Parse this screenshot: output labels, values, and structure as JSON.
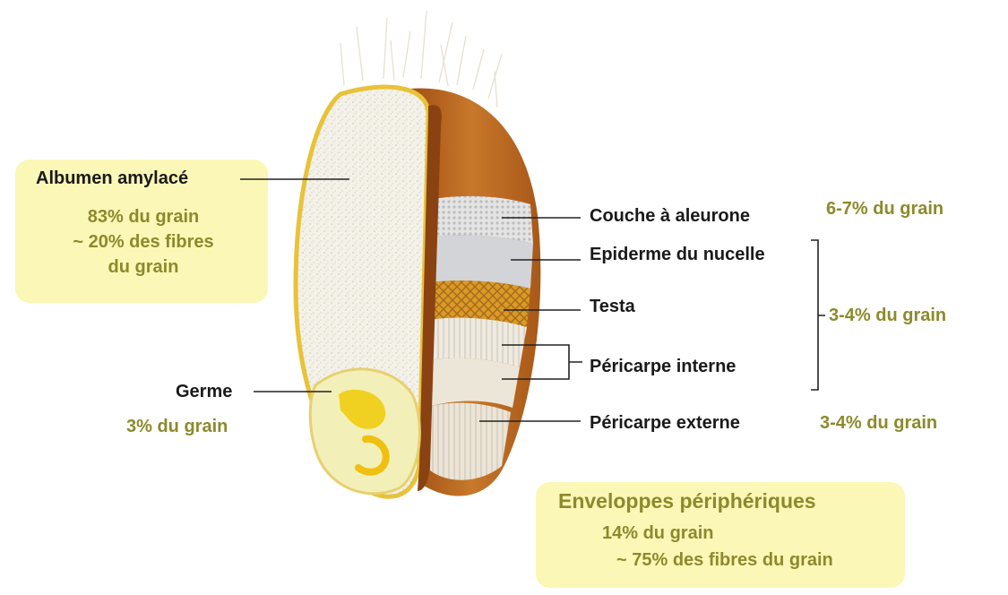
{
  "colors": {
    "accent_olive": "#8c8a2c",
    "box_fill": "#fbf7b6",
    "label_text": "#1a1a1a",
    "bran_brown": "#b8651e",
    "endosperm": "#f1efe6",
    "germ_yellow": "#f0d020"
  },
  "albumen": {
    "label": "Albumen amylacé",
    "line1": "83% du grain",
    "line2": "~ 20% des fibres",
    "line3": "du grain"
  },
  "germe": {
    "label": "Germe",
    "pct": "3% du grain"
  },
  "layers": {
    "aleurone": {
      "label": "Couche à aleurone",
      "pct": "6-7% du grain"
    },
    "nucelle": {
      "label": "Epiderme du nucelle"
    },
    "testa": {
      "label": "Testa"
    },
    "pericarpe_interne": {
      "label": "Péricarpe interne"
    },
    "group_pct": "3-4% du grain",
    "pericarpe_externe": {
      "label": "Péricarpe externe",
      "pct": "3-4% du grain"
    }
  },
  "enveloppes": {
    "title": "Enveloppes périphériques",
    "line1": "14% du grain",
    "line2": "~ 75% des fibres du grain"
  }
}
